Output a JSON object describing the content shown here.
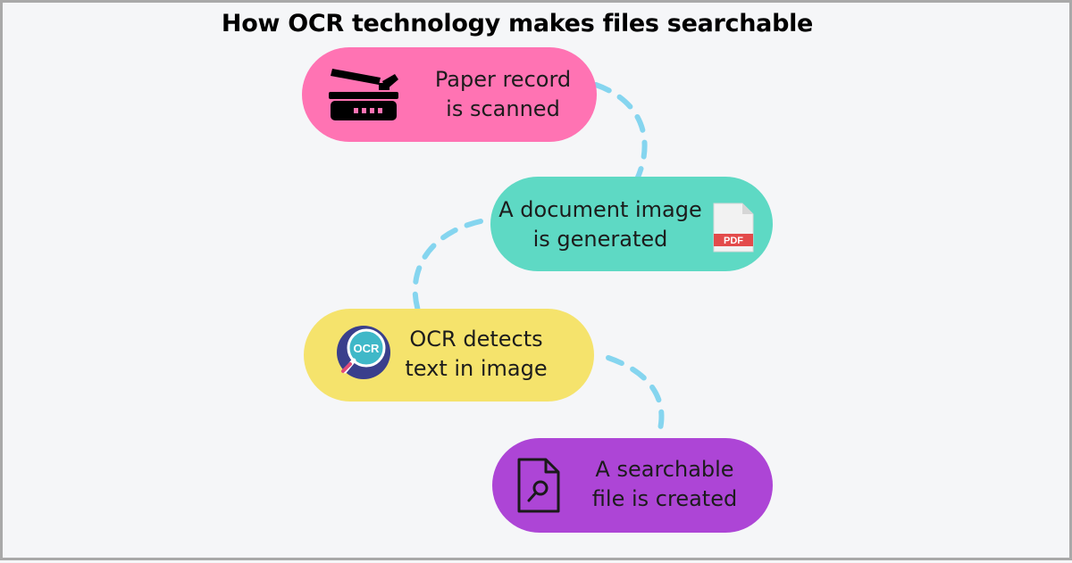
{
  "title": "How OCR technology makes files searchable",
  "colors": {
    "step1": "#ff73b3",
    "step2": "#5ed9c4",
    "step3": "#f5e36c",
    "step4": "#ad45d6",
    "connector": "#85d5ef"
  },
  "steps": [
    {
      "line1": "Paper record",
      "line2": "is scanned",
      "icon": "scanner-icon"
    },
    {
      "line1": "A document image",
      "line2": "is generated",
      "icon": "pdf-file-icon",
      "icon_label": "PDF"
    },
    {
      "line1": "OCR detects",
      "line2": "text in image",
      "icon": "ocr-magnifier-icon",
      "icon_label": "OCR"
    },
    {
      "line1": "A searchable",
      "line2": "file is created",
      "icon": "search-file-icon"
    }
  ]
}
